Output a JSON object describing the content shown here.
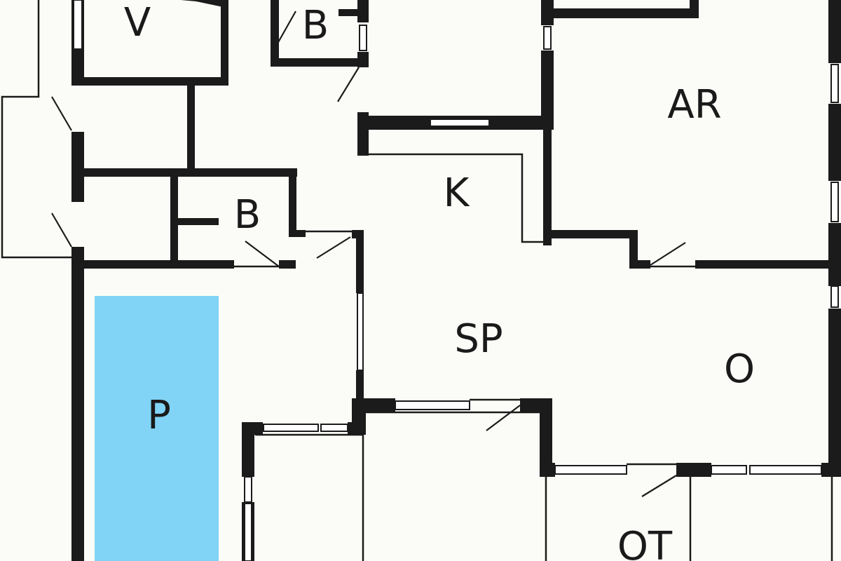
{
  "plan": {
    "colors": {
      "background": "#fbfcf7",
      "walls": "#1b1b1b",
      "pool": "#81d4f5"
    },
    "rooms": [
      {
        "id": "v",
        "label": "V"
      },
      {
        "id": "b1",
        "label": "B"
      },
      {
        "id": "ar",
        "label": "AR"
      },
      {
        "id": "k",
        "label": "K"
      },
      {
        "id": "b2",
        "label": "B"
      },
      {
        "id": "sp",
        "label": "SP"
      },
      {
        "id": "o",
        "label": "O"
      },
      {
        "id": "p",
        "label": "P"
      },
      {
        "id": "ot",
        "label": "OT"
      }
    ]
  }
}
